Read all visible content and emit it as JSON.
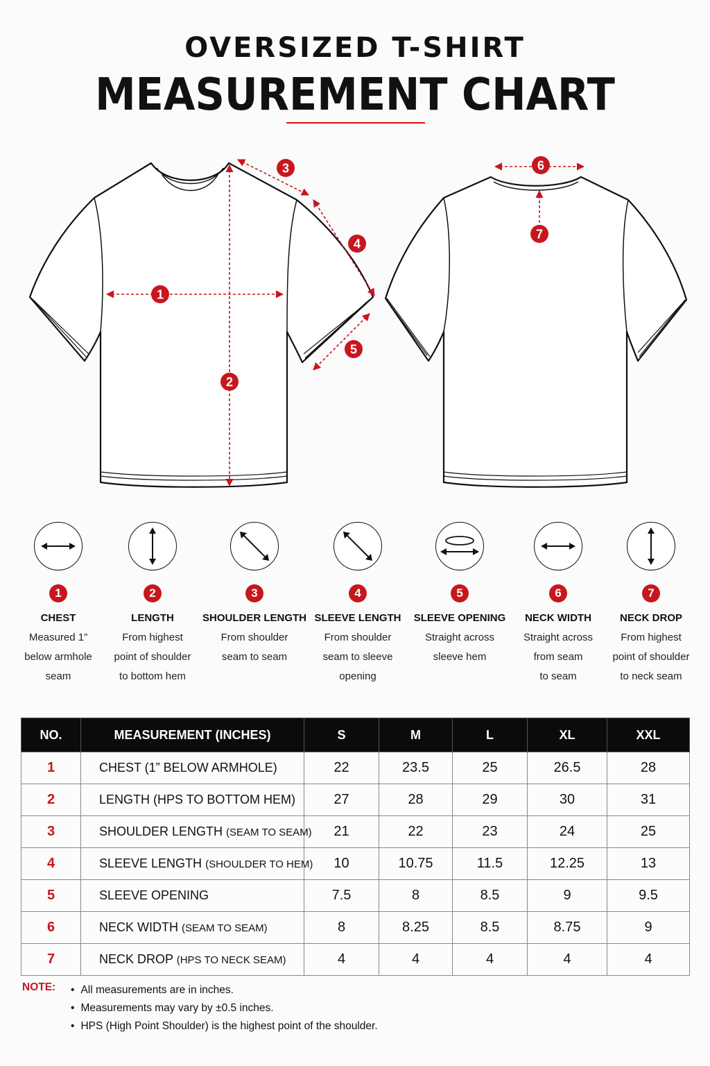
{
  "header": {
    "line1": "OVERSIZED T-SHIRT",
    "line2": "MEASUREMENT CHART"
  },
  "markers": [
    "1",
    "2",
    "3",
    "4",
    "5",
    "6",
    "7"
  ],
  "legend": [
    {
      "num": "1",
      "title": "CHEST",
      "lines": [
        "Measured 1”",
        "below armhole",
        "seam"
      ],
      "icon": "horizontal-arrow-icon"
    },
    {
      "num": "2",
      "title": "LENGTH",
      "lines": [
        "From highest",
        "point of shoulder",
        "to bottom hem"
      ],
      "icon": "vertical-arrow-icon"
    },
    {
      "num": "3",
      "title": "SHOULDER LENGTH",
      "lines": [
        "From shoulder",
        "seam to seam",
        ""
      ],
      "icon": "diagonal-arrow-icon"
    },
    {
      "num": "4",
      "title": "SLEEVE LENGTH",
      "lines": [
        "From shoulder",
        "seam to sleeve",
        "opening"
      ],
      "icon": "diagonal-arrow-icon"
    },
    {
      "num": "5",
      "title": "SLEEVE OPENING",
      "lines": [
        "Straight across",
        "sleeve hem",
        ""
      ],
      "icon": "circumference-arrow-icon"
    },
    {
      "num": "6",
      "title": "NECK WIDTH",
      "lines": [
        "Straight across",
        "from seam",
        "to seam"
      ],
      "icon": "horizontal-arrow-icon"
    },
    {
      "num": "7",
      "title": "NECK DROP",
      "lines": [
        "From highest",
        "point of shoulder",
        "to neck seam"
      ],
      "icon": "vertical-arrow-icon"
    }
  ],
  "table": {
    "headers": [
      "NO.",
      "MEASUREMENT (INCHES)",
      "S",
      "M",
      "L",
      "XL",
      "XXL"
    ],
    "rows": [
      {
        "no": "1",
        "name": "CHEST (1” BELOW ARMHOLE)",
        "detail": "",
        "values": [
          "22",
          "23.5",
          "25",
          "26.5",
          "28"
        ]
      },
      {
        "no": "2",
        "name": "LENGTH (HPS TO BOTTOM HEM)",
        "detail": "",
        "values": [
          "27",
          "28",
          "29",
          "30",
          "31"
        ]
      },
      {
        "no": "3",
        "name": "SHOULDER LENGTH",
        "detail": "(SEAM TO SEAM)",
        "values": [
          "21",
          "22",
          "23",
          "24",
          "25"
        ]
      },
      {
        "no": "4",
        "name": "SLEEVE LENGTH",
        "detail": "(SHOULDER TO HEM)",
        "values": [
          "10",
          "10.75",
          "11.5",
          "12.25",
          "13"
        ]
      },
      {
        "no": "5",
        "name": "SLEEVE OPENING",
        "detail": "",
        "values": [
          "7.5",
          "8",
          "8.5",
          "9",
          "9.5"
        ]
      },
      {
        "no": "6",
        "name": "NECK WIDTH",
        "detail": "(SEAM TO SEAM)",
        "values": [
          "8",
          "8.25",
          "8.5",
          "8.75",
          "9"
        ]
      },
      {
        "no": "7",
        "name": "NECK DROP",
        "detail": "(HPS TO NECK SEAM)",
        "values": [
          "4",
          "4",
          "4",
          "4",
          "4"
        ]
      }
    ]
  },
  "note": {
    "label": "NOTE:",
    "items": [
      "All measurements are in inches.",
      "Measurements may vary by ±0.5 inches.",
      "HPS (High Point Shoulder) is the highest point of the shoulder."
    ]
  },
  "colors": {
    "accent": "#c8161d",
    "header_bg": "#0b0b0b",
    "background": "#fbfbfb"
  }
}
